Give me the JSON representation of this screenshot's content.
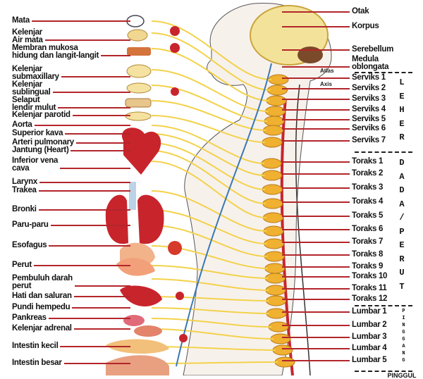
{
  "left_labels": [
    "Mata",
    "Kelenjar\nAir mata",
    "Membran mukosa\nhidung dan langit-langit",
    "Kelenjar\nsubmaxillary",
    "Kelenjar\nsublingual",
    "Selaput\nlendir mulut",
    "Kelenjar parotid",
    "Aorta",
    "Superior kava",
    "Arteri pulmonary",
    "Jantung (Heart)",
    "Inferior vena\ncava",
    "Larynx",
    "Trakea",
    "Bronki",
    "Paru-paru",
    "Esofagus",
    "Perut",
    "Pembuluh darah\nperut",
    "Hati dan saluran",
    "Pundi hempedu",
    "Pankreas",
    "Kelenjar adrenal",
    "Intestin kecil",
    "Intestin besar"
  ],
  "right_labels": [
    "Otak",
    "Korpus",
    "Serebellum",
    "Medula\noblongata",
    "Serviks 1",
    "Serviks 2",
    "Serviks 3",
    "Serviks 4",
    "Serviks 5",
    "Serviks 6",
    "Serviks 7",
    "Toraks 1",
    "Toraks 2",
    "Toraks 3",
    "Toraks 4",
    "Toraks 5",
    "Toraks 6",
    "Toraks 7",
    "Toraks 8",
    "Toraks 9",
    "Toraks 10",
    "Toraks 11",
    "Toraks 12",
    "Lumbar 1",
    "Lumbar 2",
    "Lumbar 3",
    "Lumbar 4",
    "Lumbar 5"
  ],
  "vertebra_labels": {
    "atlas": "Atlas",
    "axis": "Axis"
  },
  "sections": {
    "neck": "LEHER",
    "chest": "DADA/PERUT",
    "waist": "PINGGANG",
    "hip": "PINGGUL"
  },
  "colors": {
    "nerve": "#f3d24a",
    "leader": "#b3262b",
    "organ": "#c8242c",
    "spine": "#f0b030",
    "vessel": "#3a78b5"
  }
}
